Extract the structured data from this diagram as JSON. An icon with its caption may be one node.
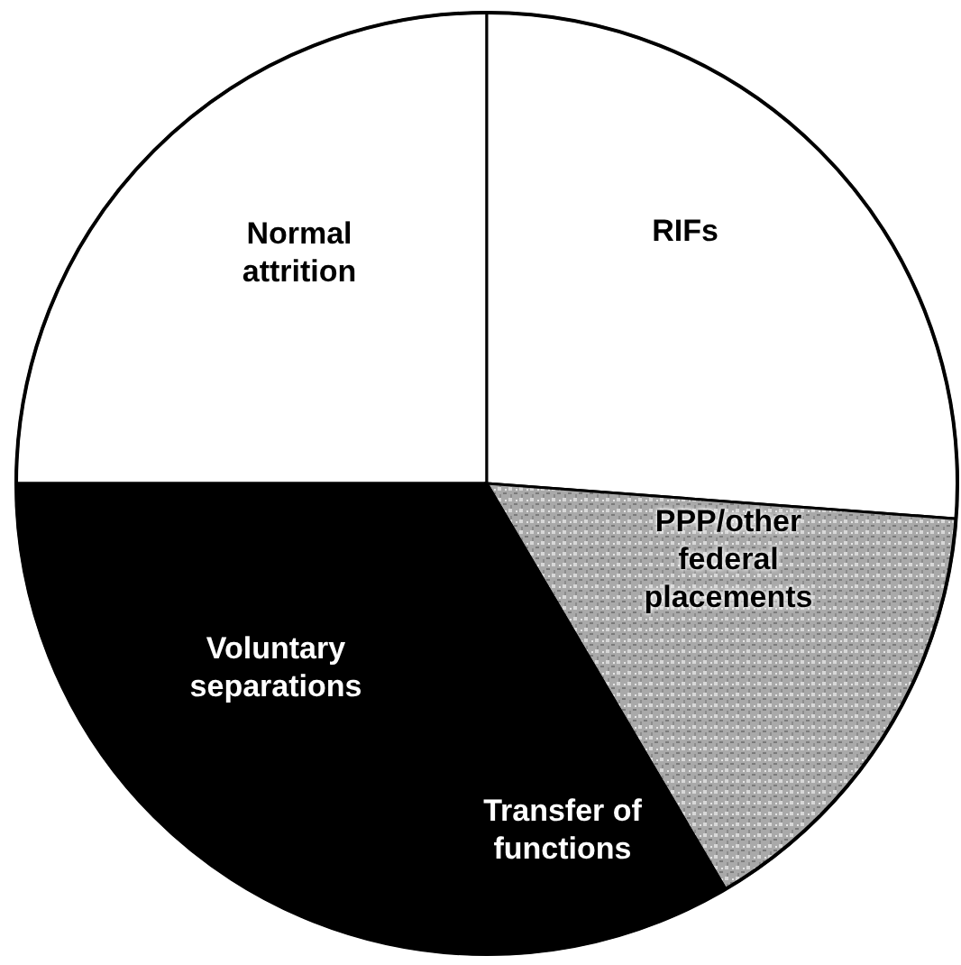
{
  "diagram": {
    "labels": [
      "Normal attrition",
      "RIFs",
      "PPP/other federal placements",
      "Voluntary separations",
      "Transfer of functions"
    ]
  }
}
